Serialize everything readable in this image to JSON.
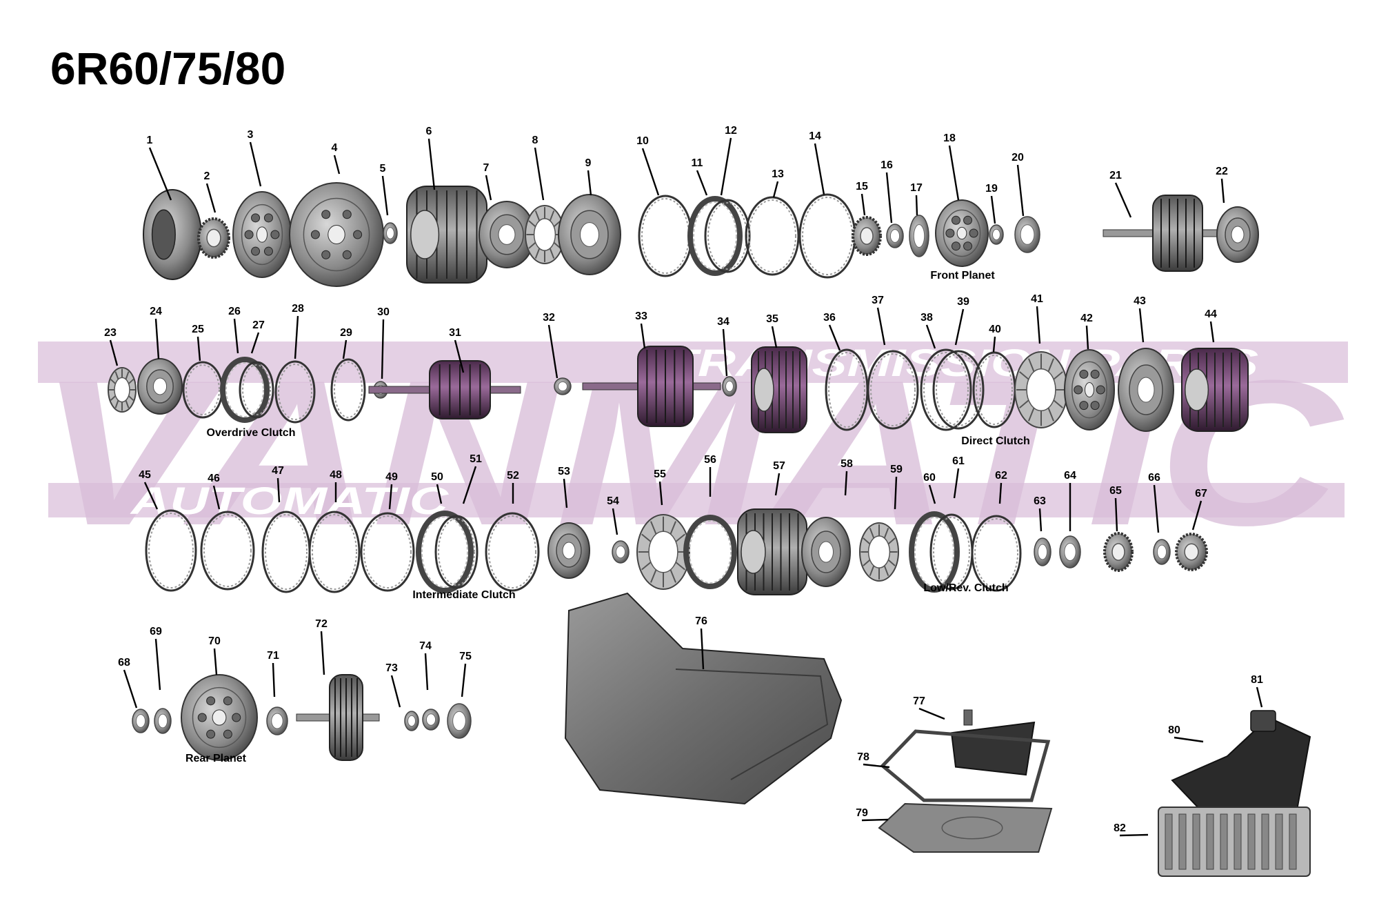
{
  "title": "6R60/75/80",
  "watermark": {
    "brand": "VANMATIC",
    "tagline_1": "TRANSMISSION PARTS",
    "tagline_2": "AUTOMATIC",
    "color": "#d8bcd8"
  },
  "groups": [
    {
      "key": "front_planet",
      "label": "Front Planet"
    },
    {
      "key": "overdrive_clutch",
      "label": "Overdrive Clutch"
    },
    {
      "key": "direct_clutch",
      "label": "Direct Clutch"
    },
    {
      "key": "intermediate_clutch",
      "label": "Intermediate Clutch"
    },
    {
      "key": "low_rev_clutch",
      "label": "Low/Rev. Clutch"
    },
    {
      "key": "rear_planet",
      "label": "Rear Planet"
    }
  ],
  "parts": [
    {
      "n": "1",
      "shape": "converter"
    },
    {
      "n": "2",
      "shape": "gear"
    },
    {
      "n": "3",
      "shape": "pump"
    },
    {
      "n": "4",
      "shape": "support"
    },
    {
      "n": "5",
      "shape": "washer"
    },
    {
      "n": "6",
      "shape": "drum"
    },
    {
      "n": "7",
      "shape": "piston"
    },
    {
      "n": "8",
      "shape": "spring"
    },
    {
      "n": "9",
      "shape": "plate"
    },
    {
      "n": "10",
      "shape": "ring"
    },
    {
      "n": "11",
      "shape": "band"
    },
    {
      "n": "12",
      "shape": "ring"
    },
    {
      "n": "13",
      "shape": "ring"
    },
    {
      "n": "14",
      "shape": "ring"
    },
    {
      "n": "15",
      "shape": "gear"
    },
    {
      "n": "16",
      "shape": "washer"
    },
    {
      "n": "17",
      "shape": "washer"
    },
    {
      "n": "18",
      "shape": "carrier"
    },
    {
      "n": "19",
      "shape": "washer"
    },
    {
      "n": "20",
      "shape": "washer"
    },
    {
      "n": "21",
      "shape": "shaftdrum"
    },
    {
      "n": "22",
      "shape": "piston"
    },
    {
      "n": "23",
      "shape": "spring"
    },
    {
      "n": "24",
      "shape": "piston"
    },
    {
      "n": "25",
      "shape": "ring"
    },
    {
      "n": "26",
      "shape": "band"
    },
    {
      "n": "27",
      "shape": "ring"
    },
    {
      "n": "28",
      "shape": "ring"
    },
    {
      "n": "29",
      "shape": "ring"
    },
    {
      "n": "30",
      "shape": "washer"
    },
    {
      "n": "31",
      "shape": "shaftdrum"
    },
    {
      "n": "32",
      "shape": "washer"
    },
    {
      "n": "33",
      "shape": "shaftdrum"
    },
    {
      "n": "34",
      "shape": "washer"
    },
    {
      "n": "35",
      "shape": "drum"
    },
    {
      "n": "36",
      "shape": "ring"
    },
    {
      "n": "37",
      "shape": "ring"
    },
    {
      "n": "38",
      "shape": "ring"
    },
    {
      "n": "39",
      "shape": "ring"
    },
    {
      "n": "40",
      "shape": "ring"
    },
    {
      "n": "41",
      "shape": "spring"
    },
    {
      "n": "42",
      "shape": "carrier"
    },
    {
      "n": "43",
      "shape": "piston"
    },
    {
      "n": "44",
      "shape": "drum"
    },
    {
      "n": "45",
      "shape": "ring"
    },
    {
      "n": "46",
      "shape": "ring"
    },
    {
      "n": "47",
      "shape": "ring"
    },
    {
      "n": "48",
      "shape": "ring"
    },
    {
      "n": "49",
      "shape": "ring"
    },
    {
      "n": "50",
      "shape": "band"
    },
    {
      "n": "51",
      "shape": "ring"
    },
    {
      "n": "52",
      "shape": "ring"
    },
    {
      "n": "53",
      "shape": "piston"
    },
    {
      "n": "54",
      "shape": "washer"
    },
    {
      "n": "55",
      "shape": "spring"
    },
    {
      "n": "56",
      "shape": "band"
    },
    {
      "n": "57",
      "shape": "drum"
    },
    {
      "n": "58",
      "shape": "piston"
    },
    {
      "n": "59",
      "shape": "spring"
    },
    {
      "n": "60",
      "shape": "band"
    },
    {
      "n": "61",
      "shape": "ring"
    },
    {
      "n": "62",
      "shape": "ring"
    },
    {
      "n": "63",
      "shape": "washer"
    },
    {
      "n": "64",
      "shape": "washer"
    },
    {
      "n": "65",
      "shape": "gear"
    },
    {
      "n": "66",
      "shape": "washer"
    },
    {
      "n": "67",
      "shape": "gear"
    },
    {
      "n": "68",
      "shape": "washer"
    },
    {
      "n": "69",
      "shape": "washer"
    },
    {
      "n": "70",
      "shape": "carrier"
    },
    {
      "n": "71",
      "shape": "washer"
    },
    {
      "n": "72",
      "shape": "shaftdrum"
    },
    {
      "n": "73",
      "shape": "washer"
    },
    {
      "n": "74",
      "shape": "washer"
    },
    {
      "n": "75",
      "shape": "washer"
    },
    {
      "n": "76",
      "shape": "case"
    },
    {
      "n": "77",
      "shape": "filter"
    },
    {
      "n": "78",
      "shape": "gasket"
    },
    {
      "n": "79",
      "shape": "pan"
    },
    {
      "n": "80",
      "shape": "harness"
    },
    {
      "n": "81",
      "shape": "connector"
    },
    {
      "n": "82",
      "shape": "valvebody"
    }
  ],
  "colors": {
    "metal_dark": "#4a4a4a",
    "metal_mid": "#8a8a8a",
    "metal_light": "#c4c4c4",
    "ink": "#000000"
  }
}
